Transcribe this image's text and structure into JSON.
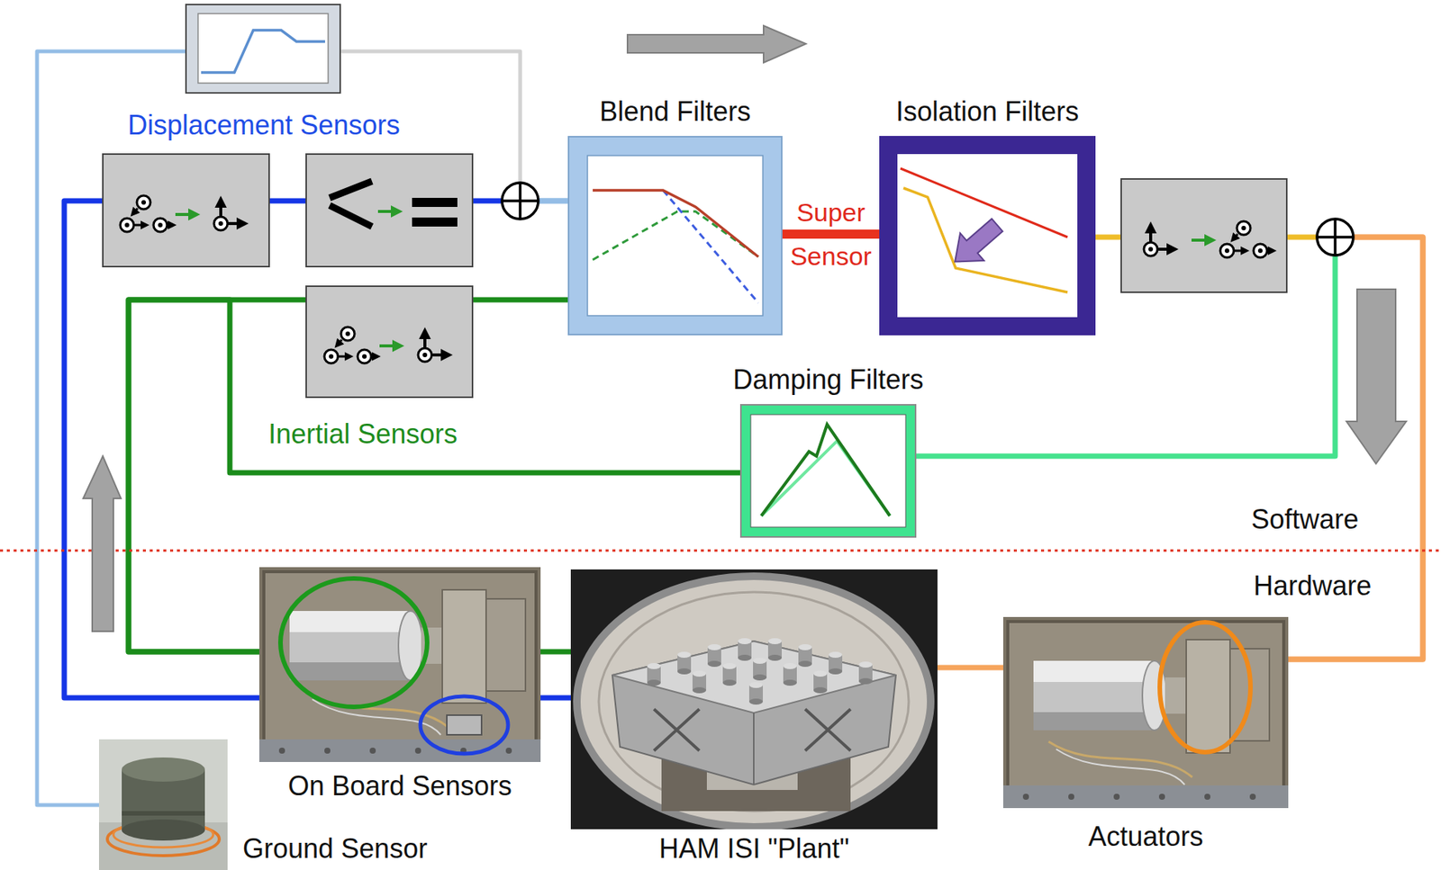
{
  "diagram": {
    "nodes": [
      {
        "text": [
          "Blend Filters"
        ]
      },
      {
        "text": [
          "Isolation Filters"
        ]
      },
      {
        "text": [
          "Damping Filters"
        ]
      },
      {
        "text": [
          "On Board Sensors"
        ]
      },
      {
        "text": [
          "HAM ISI \"Plant\""
        ]
      },
      {
        "text": [
          "Actuators"
        ]
      },
      {
        "text": [
          "Ground Sensor"
        ]
      }
    ],
    "edges": [
      {
        "from": 3,
        "to": 0,
        "arrow": "none"
      },
      {
        "from": 3,
        "to": 0,
        "arrow": "none"
      },
      {
        "from": 3,
        "to": 2,
        "arrow": "none"
      },
      {
        "from": 4,
        "to": 3,
        "arrow": "none"
      },
      {
        "from": 4,
        "to": 3,
        "arrow": "none"
      },
      {
        "from": 6,
        "to": 0,
        "arrow": "none"
      },
      {
        "from": 0,
        "to": 1,
        "label": "Super Sensor",
        "arrow": "none"
      },
      {
        "from": 1,
        "to": 5,
        "arrow": "none"
      },
      {
        "from": 2,
        "to": 5,
        "arrow": "none"
      },
      {
        "from": 5,
        "to": 4,
        "arrow": "none"
      }
    ],
    "labels": [
      "Displacement Sensors",
      "Inertial Sensors",
      "Software",
      "Hardware"
    ]
  }
}
